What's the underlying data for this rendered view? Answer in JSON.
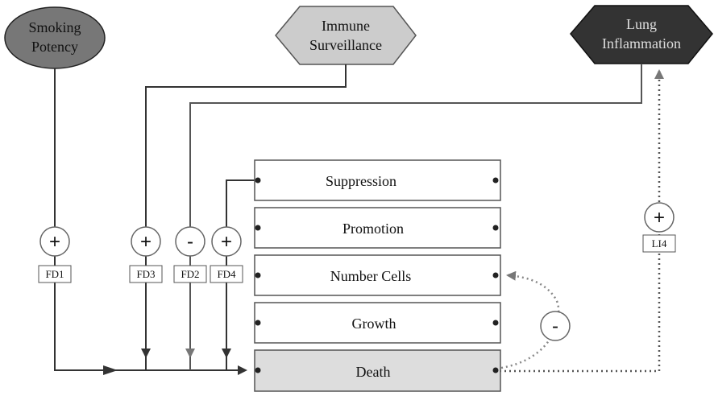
{
  "nodes": {
    "smoking_potency": {
      "line1": "Smoking",
      "line2": "Potency",
      "fill": "#777777"
    },
    "immune_surveillance": {
      "line1": "Immune",
      "line2": "Surveillance",
      "fill": "#cccccc"
    },
    "lung_inflammation": {
      "line1": "Lung",
      "line2": "Inflammation",
      "fill": "#333333"
    }
  },
  "boxes": [
    {
      "label": "Suppression"
    },
    {
      "label": "Promotion"
    },
    {
      "label": "Number Cells"
    },
    {
      "label": "Growth"
    },
    {
      "label": "Death",
      "fill": "#dddddd"
    }
  ],
  "influences": [
    {
      "sign": "+",
      "label": "FD1"
    },
    {
      "sign": "+",
      "label": "FD3"
    },
    {
      "sign": "-",
      "label": "FD2"
    },
    {
      "sign": "+",
      "label": "FD4"
    },
    {
      "sign": "+",
      "label": "LI4"
    },
    {
      "sign": "-",
      "label": ""
    }
  ],
  "colors": {
    "line": "#333333",
    "dotted": "#777777",
    "box_border": "#555555"
  }
}
